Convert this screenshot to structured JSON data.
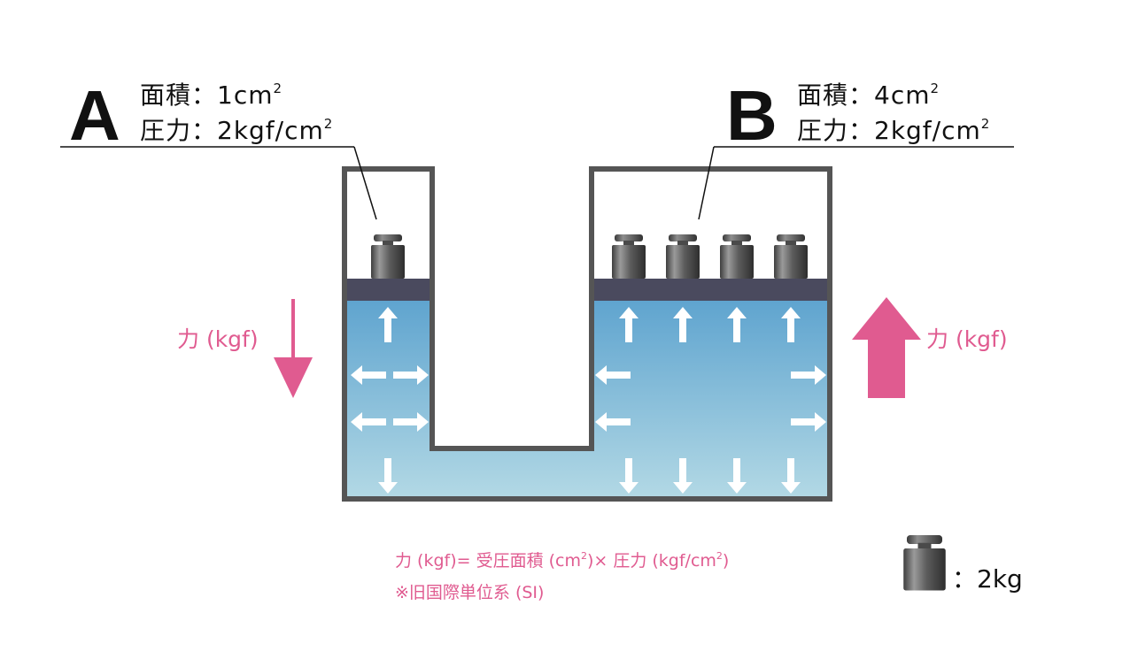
{
  "piston_a": {
    "letter": "A",
    "area_line": "面積：1cm",
    "pressure_line": "圧力：2kgf/cm",
    "superscript": "2"
  },
  "piston_b": {
    "letter": "B",
    "area_line": "面積：4cm",
    "pressure_line": "圧力：2kgf/cm",
    "superscript": "2"
  },
  "force_left": "力 (kgf)",
  "force_right": "力 (kgf)",
  "formula": {
    "part1": "力 (kgf)= 受圧面積 (cm",
    "sup1": "2",
    "part2": ")× 圧力 (kgf/cm",
    "sup2": "2",
    "part3": ")"
  },
  "note": "※旧国際単位系 (SI)",
  "legend": {
    "weight_label": "：2kg",
    "icon": "weight-icon"
  },
  "colors": {
    "pink": "#e05b90",
    "wall": "#555555",
    "piston": "#4a4a5e",
    "liquid_top": "#5fa4cf",
    "liquid_bottom": "#b3d9e5"
  }
}
